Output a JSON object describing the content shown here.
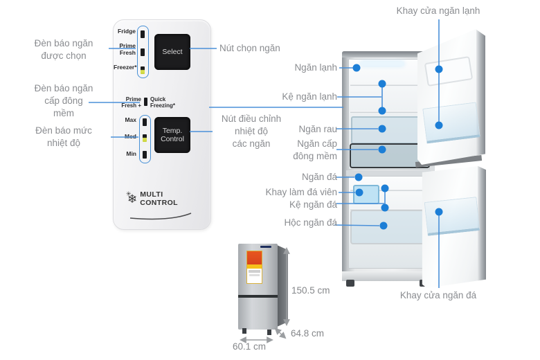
{
  "colors": {
    "accent": "#2b82d9",
    "label_gray": "#8a8c90",
    "button_bg": "#1c1c1e",
    "led_lit": "#d9e04a"
  },
  "control_panel": {
    "compartment_labels": [
      "Fridge",
      "Prime\nFresh",
      "Freezer*"
    ],
    "select_button": "Select",
    "soft_freeze_left": "Prime\nFresh +",
    "soft_freeze_right": "Quick\nFreezing*",
    "temp_labels": [
      "Max",
      "Med",
      "Min"
    ],
    "temp_button": "Temp.\nControl",
    "logo_line1": "MULTI",
    "logo_line2": "CONTROL",
    "snowflake_icon": "❄",
    "snowflake_small_icon": "✳"
  },
  "callouts": {
    "selected_compartment": "Đèn báo ngăn\nđược chọn",
    "soft_freeze_indicator": "Đèn báo ngăn\ncấp đông\nmềm",
    "temp_level_indicator": "Đèn báo mức\nnhiệt độ",
    "select_button": "Nút chọn ngăn",
    "temp_control_button": "Nút điều chỉnh\nnhiệt độ\ncác ngăn",
    "fridge_door_tray": "Khay cửa ngăn lạnh",
    "fridge_compartment": "Ngăn lạnh",
    "fridge_shelf": "Kệ ngăn lạnh",
    "vegetable_drawer": "Ngăn rau",
    "soft_freeze_compartment": "Ngăn cấp\nđông mềm",
    "freezer_compartment": "Ngăn đá",
    "ice_cube_tray": "Khay làm đá viên",
    "freezer_shelf": "Kệ ngăn đá",
    "freezer_drawer": "Hộc ngăn đá",
    "freezer_door_tray": "Khay cửa ngăn đá"
  },
  "dimensions": {
    "height": "150.5 cm",
    "depth": "64.8 cm",
    "width": "60.1 cm"
  }
}
